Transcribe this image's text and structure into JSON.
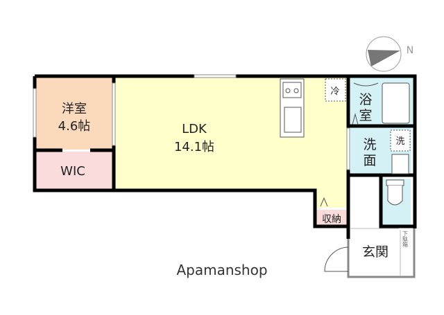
{
  "rooms": {
    "western_room": {
      "name": "洋室",
      "size": "4.6帖",
      "color": "#fbd9bd"
    },
    "wic": {
      "name": "WIC",
      "color": "#fbdcdc"
    },
    "ldk": {
      "name": "LDK",
      "size": "14.1帖",
      "color": "#ffffcc"
    },
    "bath": {
      "name_1": "浴",
      "name_2": "室",
      "color": "#d4f1f6"
    },
    "washroom": {
      "name_1": "洗",
      "name_2": "面",
      "color": "#d4f1f6"
    },
    "storage": {
      "name": "収納",
      "color": "#fbdcdc"
    },
    "entrance": {
      "name": "玄関"
    },
    "shoe_box": {
      "name": "下駄箱"
    }
  },
  "fixtures": {
    "fridge": "冷",
    "washer": "洗"
  },
  "compass": {
    "label": "N",
    "icon": "north-arrow-icon"
  },
  "watermark": "Apamanshop"
}
